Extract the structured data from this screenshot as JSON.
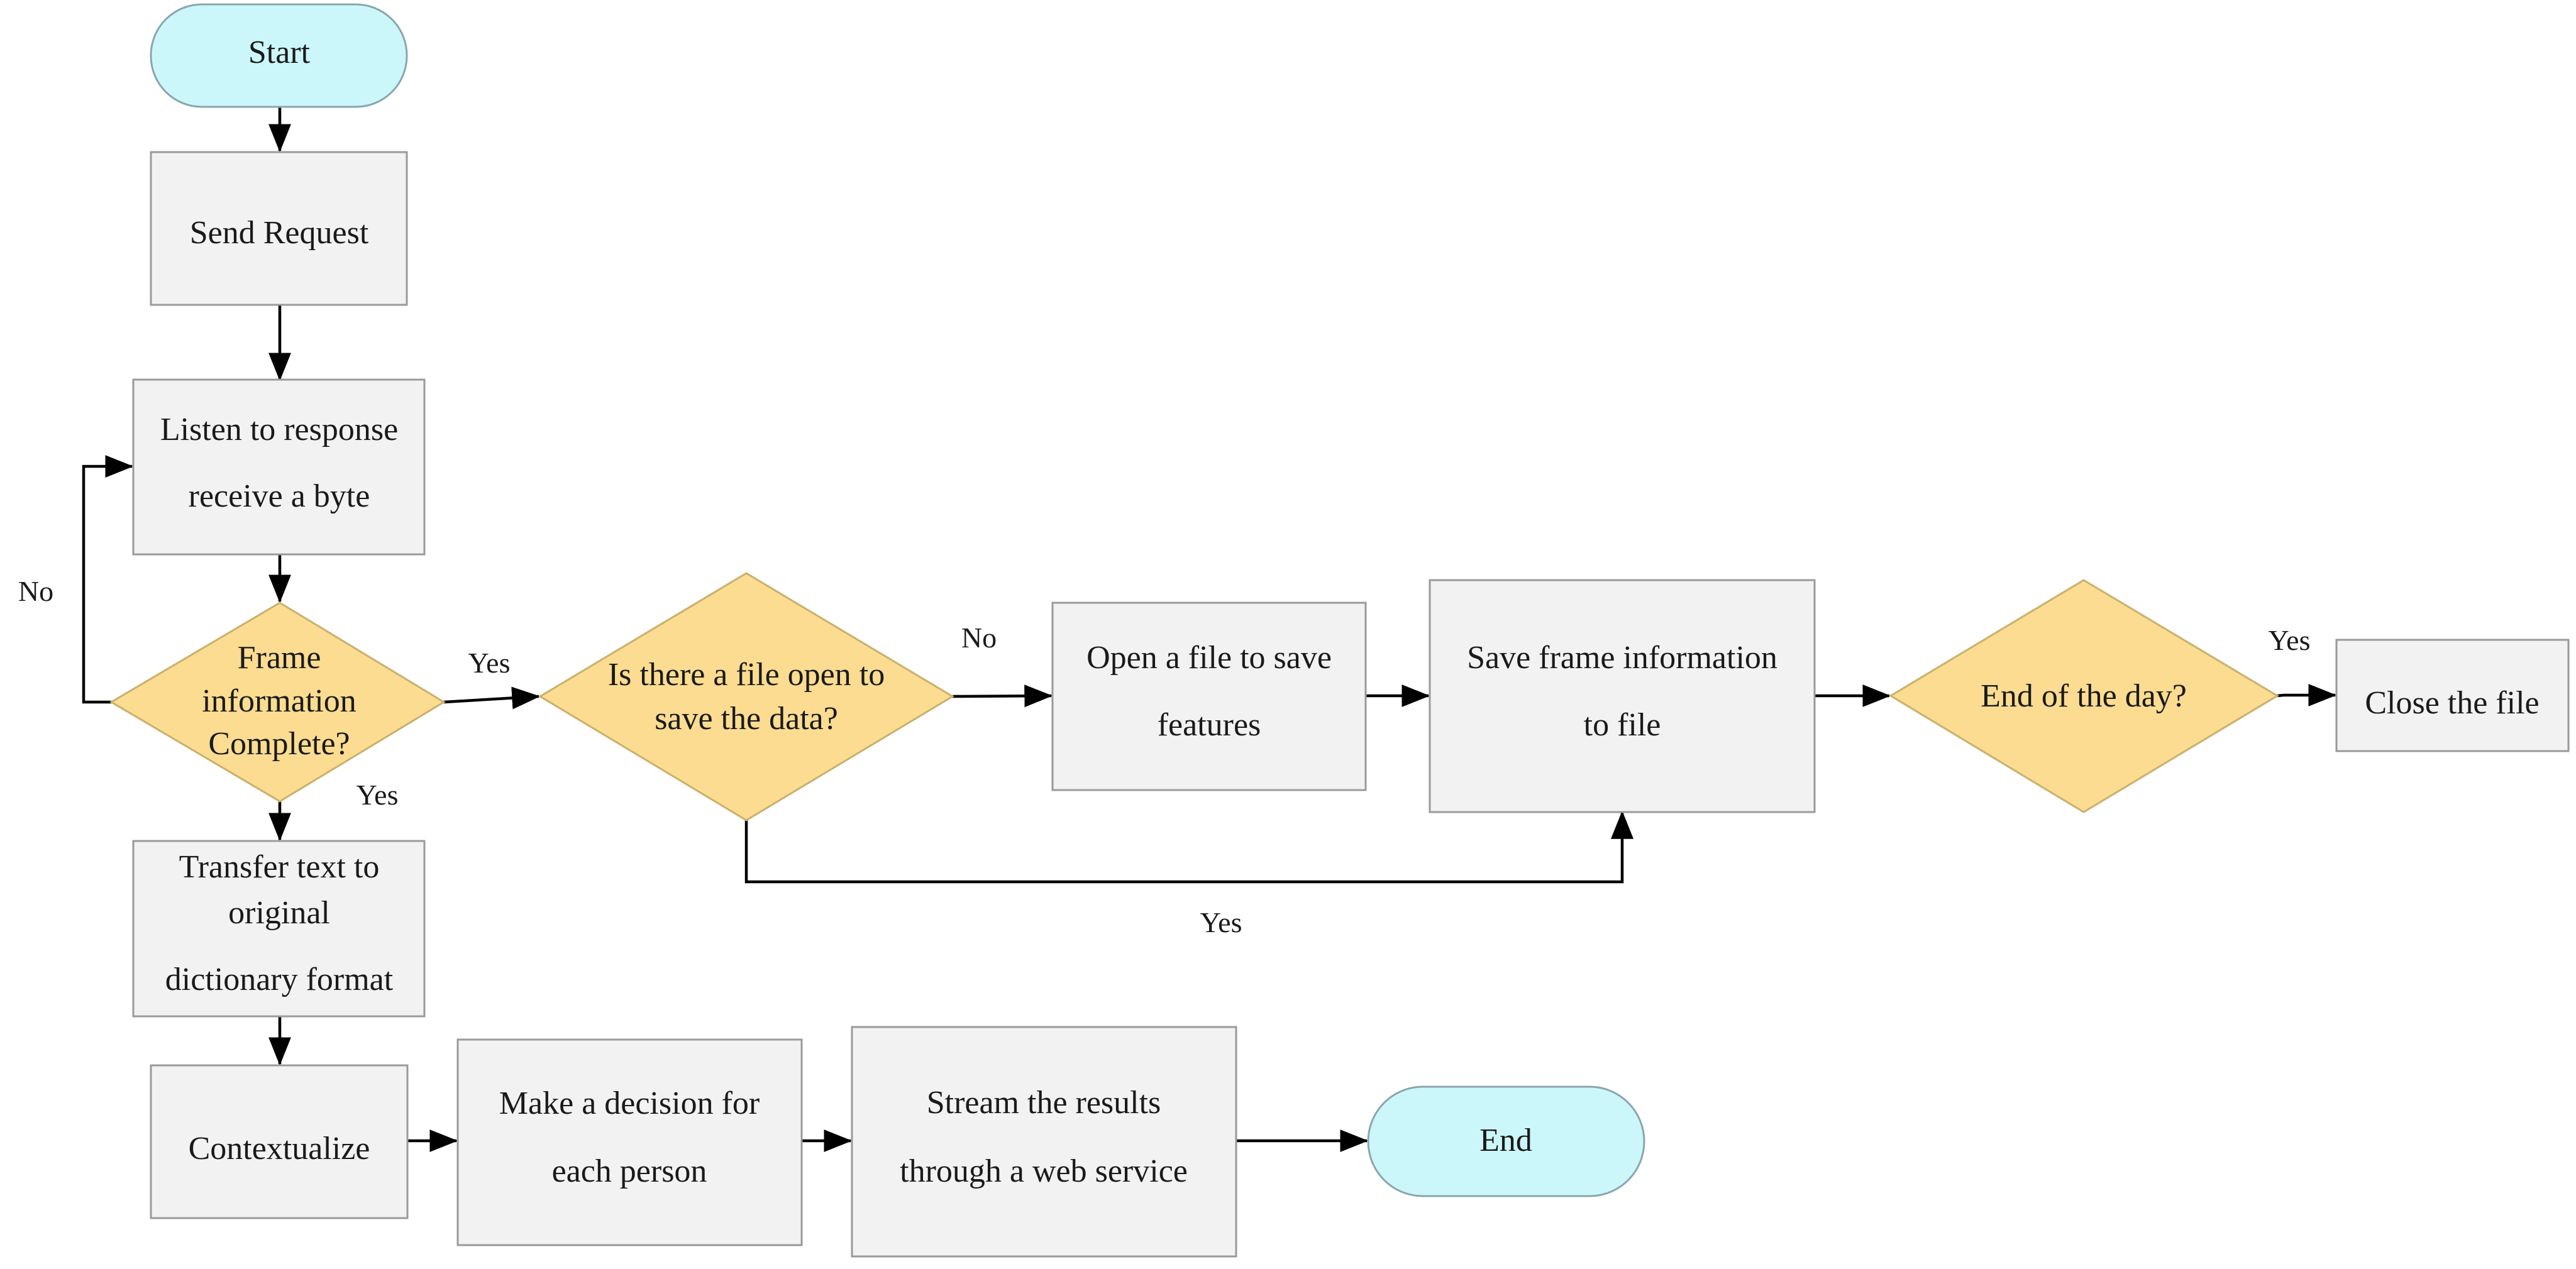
{
  "nodes": {
    "start": {
      "kind": "terminal",
      "lines": [
        "Start"
      ]
    },
    "send_request": {
      "kind": "process",
      "lines": [
        "Send Request"
      ]
    },
    "listen": {
      "kind": "process",
      "lines": [
        "Listen to response",
        "receive a byte"
      ]
    },
    "frame_complete": {
      "kind": "decision",
      "lines": [
        "Frame",
        "information",
        "Complete?"
      ]
    },
    "file_open": {
      "kind": "decision",
      "lines": [
        "Is there a file open to",
        "save the data?"
      ]
    },
    "open_file": {
      "kind": "process",
      "lines": [
        "Open a file to save",
        "features"
      ]
    },
    "save_frame": {
      "kind": "process",
      "lines": [
        "Save frame information",
        "to file"
      ]
    },
    "end_of_day": {
      "kind": "decision",
      "lines": [
        "End of the day?"
      ]
    },
    "close_file": {
      "kind": "process",
      "lines": [
        "Close the file"
      ]
    },
    "transfer_text": {
      "kind": "process",
      "lines": [
        "Transfer text to",
        "original",
        "dictionary format"
      ]
    },
    "contextualize": {
      "kind": "process",
      "lines": [
        "Contextualize"
      ]
    },
    "make_decision": {
      "kind": "process",
      "lines": [
        "Make a decision for",
        "each person"
      ]
    },
    "stream_results": {
      "kind": "process",
      "lines": [
        "Stream the results",
        "through a web service"
      ]
    },
    "end": {
      "kind": "terminal",
      "lines": [
        "End"
      ]
    }
  },
  "edge_labels": {
    "frame_no": "No",
    "frame_yes_right": "Yes",
    "frame_yes_down": "Yes",
    "file_open_no": "No",
    "file_open_yes": "Yes",
    "end_of_day_yes": "Yes"
  },
  "colors": {
    "terminal_fill": "#ccf7fa",
    "process_fill": "#f2f2f2",
    "decision_fill": "#fbdc90",
    "edge_stroke": "#000000"
  }
}
